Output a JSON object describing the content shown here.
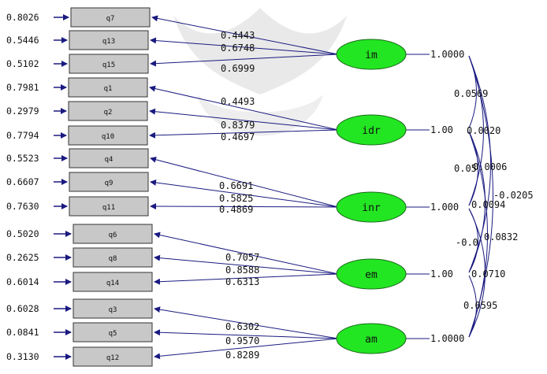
{
  "diagram": {
    "indicators": [
      {
        "label": "q7",
        "error": "0.8026"
      },
      {
        "label": "q13",
        "error": "0.5446"
      },
      {
        "label": "q15",
        "error": "0.5102"
      },
      {
        "label": "q1",
        "error": "0.7981"
      },
      {
        "label": "q2",
        "error": "0.2979"
      },
      {
        "label": "q10",
        "error": "0.7794"
      },
      {
        "label": "q4",
        "error": "0.5523"
      },
      {
        "label": "q9",
        "error": "0.6607"
      },
      {
        "label": "q11",
        "error": "0.7630"
      },
      {
        "label": "q6",
        "error": "0.5020"
      },
      {
        "label": "q8",
        "error": "0.2625"
      },
      {
        "label": "q14",
        "error": "0.6014"
      },
      {
        "label": "q3",
        "error": "0.6028"
      },
      {
        "label": "q5",
        "error": "0.0841"
      },
      {
        "label": "q12",
        "error": "0.3130"
      }
    ],
    "factors": [
      {
        "label": "im",
        "variance": "1.0000",
        "loadings": [
          "0.4443",
          "0.6748",
          "0.6999"
        ]
      },
      {
        "label": "idr",
        "variance": "1.00",
        "loadings": [
          "0.4493",
          "0.8379",
          "0.4697"
        ]
      },
      {
        "label": "inr",
        "variance": "1.000",
        "loadings": [
          "0.6691",
          "0.5825",
          "0.4869"
        ]
      },
      {
        "label": "em",
        "variance": "1.00",
        "loadings": [
          "0.7057",
          "0.8588",
          "0.6313"
        ]
      },
      {
        "label": "am",
        "variance": "1.0000",
        "loadings": [
          "0.6302",
          "0.9570",
          "0.8289"
        ]
      }
    ],
    "correlations": [
      "0.0569",
      "0.0020",
      "0.0006",
      "0.05",
      "-0.0205",
      "0.0094",
      "-0.0",
      "0.0832",
      "0.0710",
      "0.0595"
    ],
    "colors": {
      "factor_fill": "#22e622",
      "indicator_fill": "#c8c8c8",
      "arrow": "#1a1a80",
      "text": "#111111"
    }
  }
}
